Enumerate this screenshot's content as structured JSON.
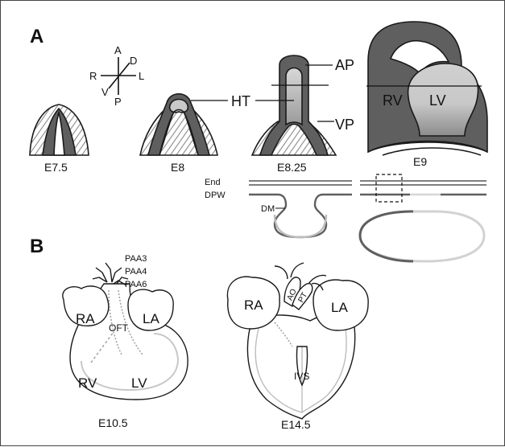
{
  "panels": {
    "a": {
      "letter": "A",
      "axes": {
        "anterior": "A",
        "posterior": "P",
        "right": "R",
        "left": "L",
        "dorsal": "D",
        "ventral": "V"
      },
      "stages": [
        "E7.5",
        "E8",
        "E8.25",
        "E9"
      ],
      "labels": {
        "ht": "HT",
        "ap": "AP",
        "vp": "VP",
        "rv": "RV",
        "lv": "LV",
        "end": "End",
        "dpw": "DPW",
        "dm": "DM"
      }
    },
    "b": {
      "letter": "B",
      "stages": [
        "E10.5",
        "E14.5"
      ],
      "labels": {
        "paa3": "PAA3",
        "paa4": "PAA4",
        "paa6": "PAA6",
        "ra": "RA",
        "la": "LA",
        "oft": "OFT",
        "rv": "RV",
        "lv": "LV",
        "ao": "AO",
        "pt": "PT",
        "ivs": "IVS"
      }
    }
  },
  "colors": {
    "dark": "#5f5f5f",
    "medium": "#bdbdbd",
    "light": "#d6d6d6",
    "hatch": "#9a9a9a",
    "stroke": "#1a1a1a"
  }
}
